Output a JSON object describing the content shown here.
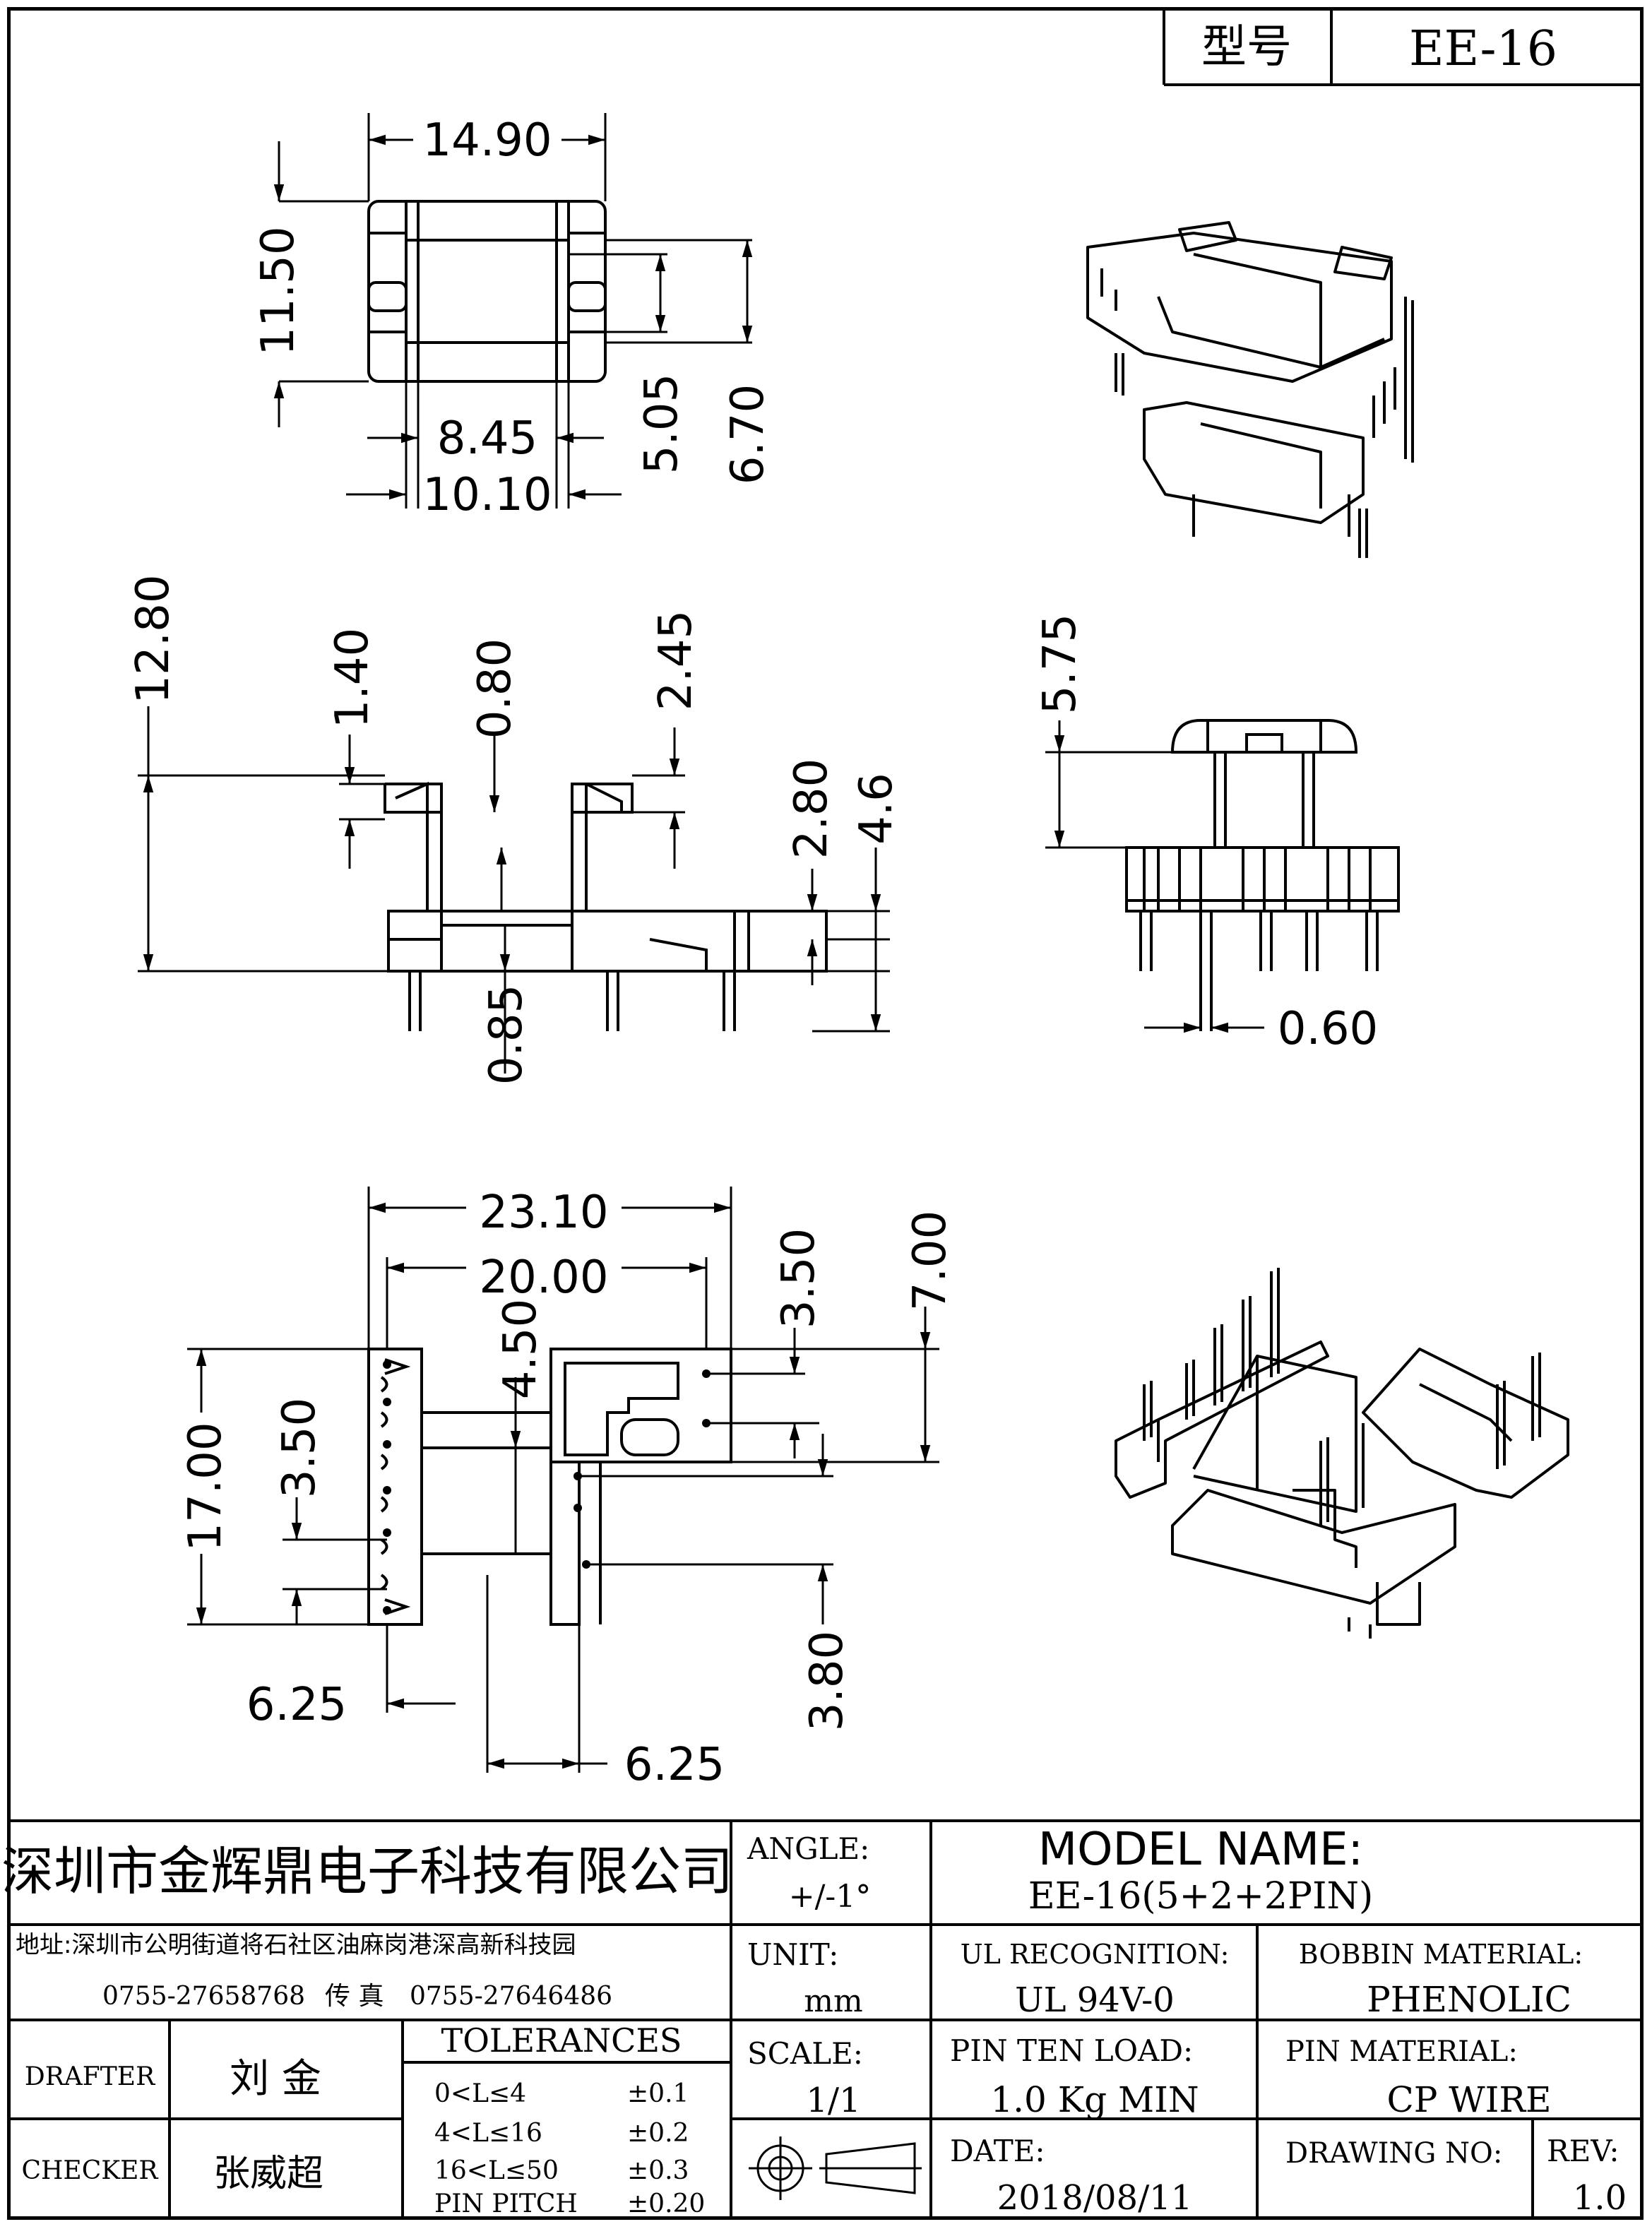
{
  "header": {
    "type_label": "型号",
    "type_value": "EE-16"
  },
  "dimensions": {
    "top_view": {
      "width_outer": "14.90",
      "height_outer": "11.50",
      "inner_width": "8.45",
      "flange_width": "10.10",
      "window_height": "5.05",
      "flange_height": "6.70"
    },
    "side_view": {
      "total_height": "12.80",
      "flange_thick": "1.40",
      "wall": "0.80",
      "top_step": "2.45",
      "base_step": "2.80",
      "base_height": "4.6",
      "bottom_gap": "0.85"
    },
    "end_view": {
      "height": "5.75",
      "pin_dia": "0.60"
    },
    "bottom_view": {
      "overall_width": "23.10",
      "pin_row_span": "20.00",
      "center_offset": "4.50",
      "right_pitch": "3.50",
      "right_height": "7.00",
      "left_length": "17.00",
      "left_pitch": "3.50",
      "lower_pitch": "3.80",
      "left_offset": "6.25",
      "center_width": "6.25"
    }
  },
  "title_block": {
    "company": "深圳市金辉鼎电子科技有限公司",
    "address": "地址:深圳市公明街道将石社区油麻岗港深高新科技园",
    "phone": "0755-27658768",
    "fax_label": "传  真",
    "fax": "0755-27646486",
    "angle_label": "ANGLE:",
    "angle_value": "+/-1°",
    "model_name_label": "MODEL  NAME:",
    "model_name_value": "EE-16(5+2+2PIN)",
    "unit_label": "UNIT:",
    "unit_value": "mm",
    "ul_label": "UL RECOGNITION:",
    "ul_value": "UL 94V-0",
    "bobbin_label": "BOBBIN MATERIAL:",
    "bobbin_value": "PHENOLIC",
    "drafter_label": "DRAFTER",
    "drafter_value": "刘  金",
    "checker_label": "CHECKER",
    "checker_value": "张威超",
    "tolerances_label": "TOLERANCES",
    "tolerances": [
      {
        "range": "0<L≤4",
        "value": "±0.1"
      },
      {
        "range": "4<L≤16",
        "value": "±0.2"
      },
      {
        "range": "16<L≤50",
        "value": "±0.3"
      },
      {
        "range": "PIN PITCH",
        "value": "±0.20"
      }
    ],
    "scale_label": "SCALE:",
    "scale_value": "1/1",
    "pin_load_label": "PIN TEN LOAD:",
    "pin_load_value": "1.0 Kg MIN",
    "pin_material_label": "PIN MATERIAL:",
    "pin_material_value": "CP WIRE",
    "date_label": "DATE:",
    "date_value": "2018/08/11",
    "drawing_no_label": "DRAWING NO:",
    "drawing_no_value": "",
    "rev_label": "REV:",
    "rev_value": "1.0"
  }
}
